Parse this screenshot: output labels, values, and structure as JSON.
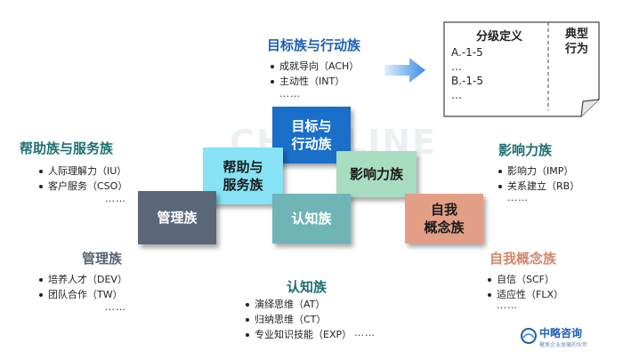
{
  "watermark": "CHANLINE",
  "groups": {
    "target": {
      "title": "目标族与行动族",
      "items": [
        "成就导向（ACH）",
        "主动性（INT）"
      ],
      "more": "……",
      "block": "目标与\n行动族"
    },
    "help": {
      "title": "帮助族与服务族",
      "items": [
        "人际理解力（IU）",
        "客户服务（CSO）"
      ],
      "more": "……",
      "block": "帮助与\n服务族"
    },
    "influence": {
      "title": "影响力族",
      "items": [
        "影响力（IMP）",
        "关系建立（RB）"
      ],
      "more": "……",
      "block": "影响力族"
    },
    "management": {
      "title": "管理族",
      "items": [
        "培养人才（DEV）",
        "团队合作（TW）"
      ],
      "more": "……",
      "block": "管理族"
    },
    "cognitive": {
      "title": "认知族",
      "items": [
        "演绎思维（AT）",
        "归纳思维（CT）",
        "专业知识技能（EXP）"
      ],
      "more": "……",
      "block": "认知族"
    },
    "self": {
      "title": "自我概念族",
      "items": [
        "自信（SCF）",
        "适应性（FLX）"
      ],
      "more": "……",
      "block": "自我\n概念族"
    }
  },
  "document": {
    "header_left": "分级定义",
    "header_right": "典型\n行为",
    "lines": [
      "A.-1-5",
      "…",
      "B.-1-5",
      "…"
    ]
  },
  "logo": {
    "name": "中略咨询",
    "sub": "聚焦企业发展的伙伴"
  },
  "colors": {
    "arrow": "#3a8ee6",
    "target_block": "#1a6fc9",
    "help_block": "#86e2f4",
    "influence_block": "#a8dcc0",
    "management_block": "#5a6778",
    "cognitive_block": "#6fb5b8",
    "self_block": "#e29f86"
  }
}
